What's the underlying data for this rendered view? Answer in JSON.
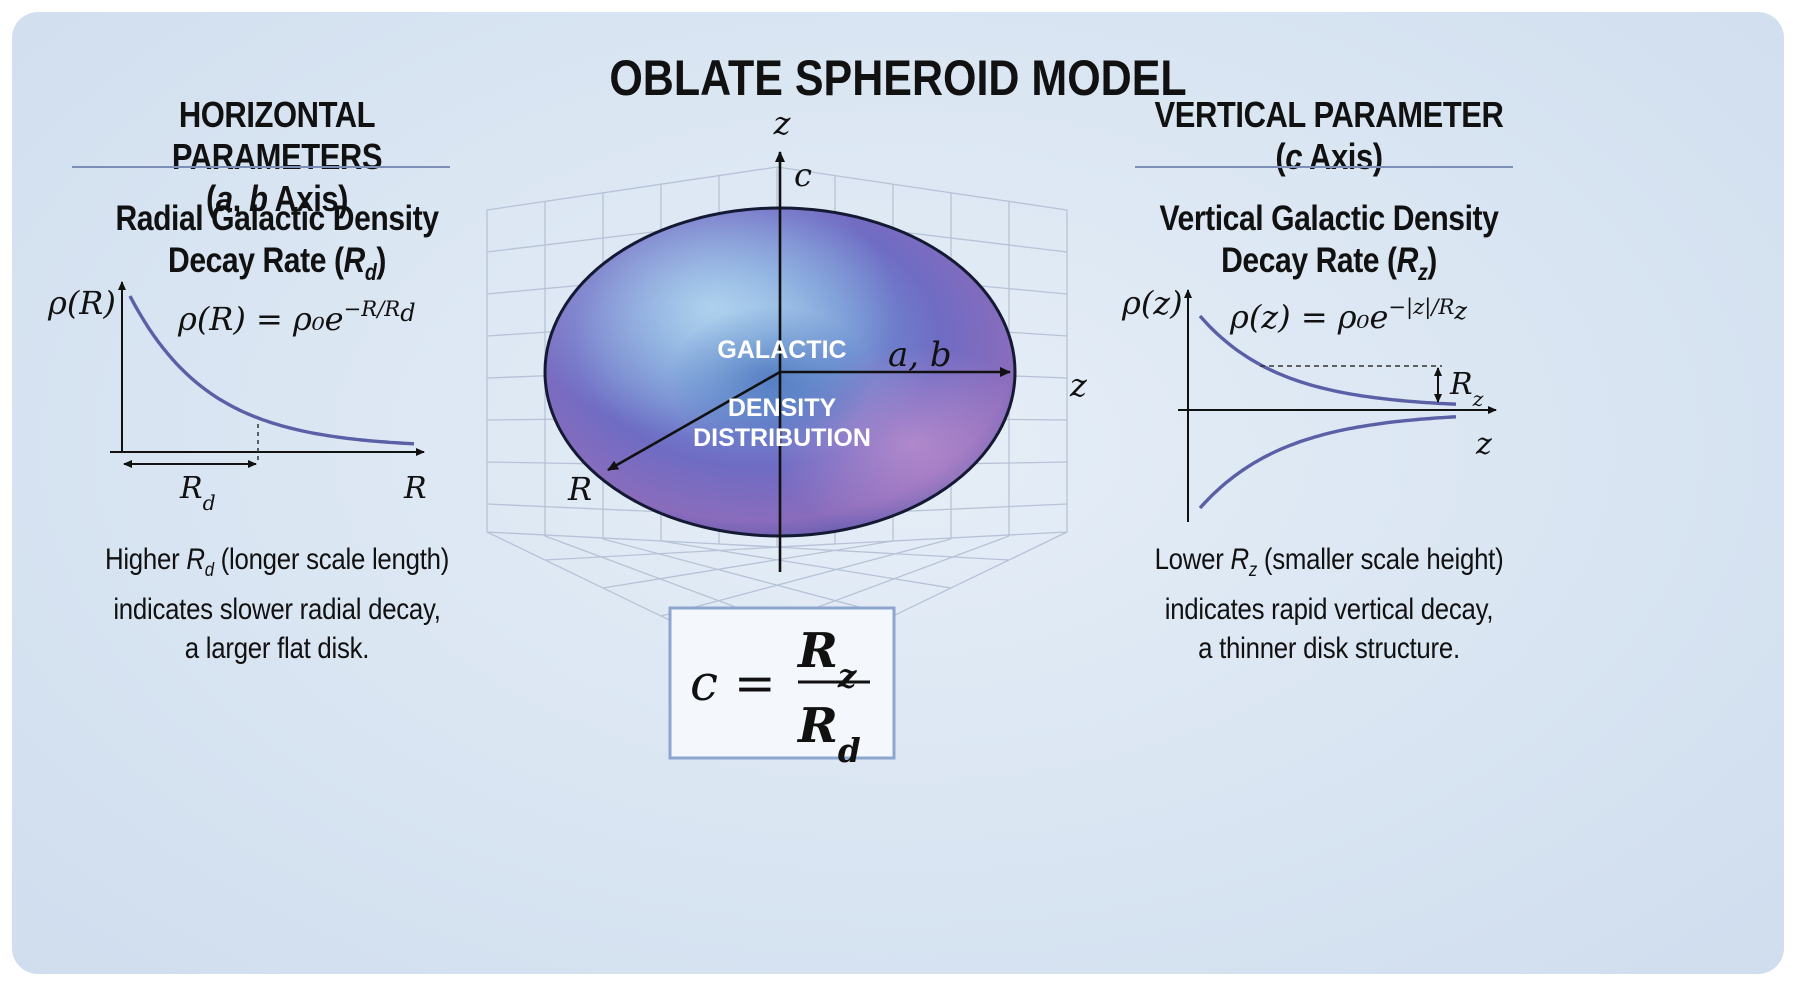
{
  "title": "OBLATE SPHEROID MODEL",
  "left": {
    "header_line1": "HORIZONTAL PARAMETERS",
    "header_line2": "(a, b Axis)",
    "subtitle_line1": "Radial Galactic Density",
    "subtitle_line2": "Decay Rate (R_d)",
    "y_label": "ρ(R)",
    "x_label": "R",
    "scale_label": "R_d",
    "formula": "ρ(R) = ρ₀e^(−R/R_d)",
    "note_line1": "Higher R_d (longer scale length)",
    "note_line2": "indicates slower radial decay,",
    "note_line3": "a larger flat disk."
  },
  "center": {
    "axis_z_top": "z",
    "axis_c": "c",
    "axis_ab": "a, b",
    "axis_z_right": "z",
    "axis_R": "R",
    "label_line1": "GALACTIC",
    "label_line2": "DENSITY",
    "label_line3": "DISTRIBUTION",
    "formula_lhs": "c =",
    "formula_num": "R_z",
    "formula_den": "R_d"
  },
  "right": {
    "header_line1": "VERTICAL PARAMETER",
    "header_line2": "(c Axis)",
    "subtitle_line1": "Vertical Galactic Density",
    "subtitle_line2": "Decay Rate (R_z)",
    "y_label": "ρ(z)",
    "x_label": "z",
    "scale_label": "R_z",
    "formula": "ρ(z) = ρ₀e^(−|z|/R_z)",
    "note_line1": "Lower R_z (smaller scale height)",
    "note_line2": "indicates rapid vertical decay,",
    "note_line3": "a thinner disk structure."
  },
  "colors": {
    "curve": "#5a5fa6",
    "rule": "#7e8fb7",
    "formula_border": "#8da6cf"
  }
}
